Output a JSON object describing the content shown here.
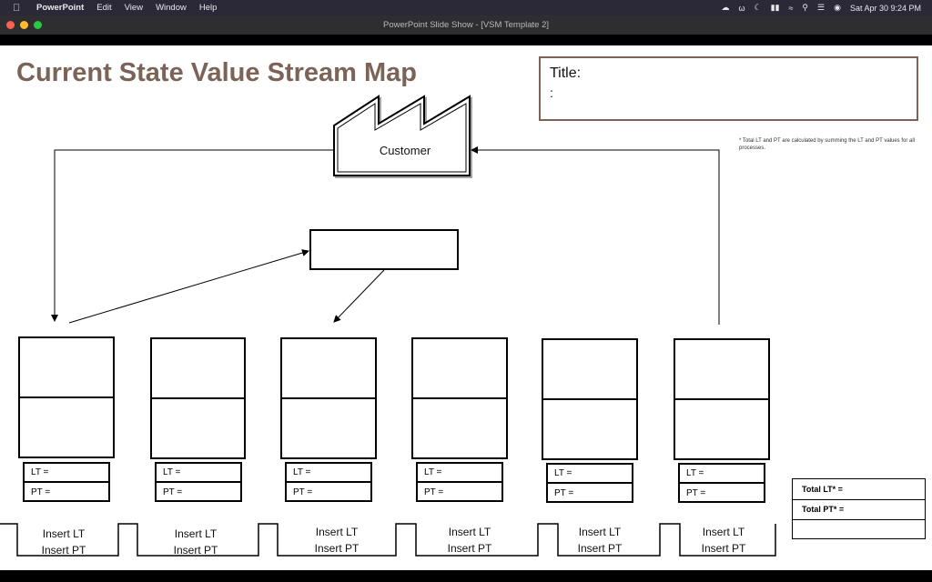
{
  "menubar": {
    "app_name": "PowerPoint",
    "items": [
      "Edit",
      "View",
      "Window",
      "Help"
    ],
    "datetime": "Sat Apr 30  9:24 PM",
    "status_icons": [
      "apple-icon",
      "creative-cloud-icon",
      "wb-icon",
      "moon-icon",
      "battery-icon",
      "wifi-icon",
      "search-icon",
      "control-center-icon",
      "siri-icon"
    ]
  },
  "window": {
    "title": "PowerPoint Slide Show - [VSM Template 2]",
    "traffic_lights": {
      "close": "#ff5f57",
      "minimize": "#febc2e",
      "zoom": "#28c840"
    }
  },
  "slide": {
    "heading": "Current State Value Stream Map",
    "heading_color": "#7b6457",
    "title_box": {
      "label": "Title:",
      "line2": ":"
    },
    "footnote": "* Total LT and PT are calculated by summing the LT and PT values for all processes.",
    "customer_label": "Customer",
    "processes": [
      {
        "lt": "LT =",
        "pt": "PT =",
        "insert_lt": "Insert LT",
        "insert_pt": "Insert PT"
      },
      {
        "lt": "LT =",
        "pt": "PT =",
        "insert_lt": "Insert LT",
        "insert_pt": "Insert PT"
      },
      {
        "lt": "LT =",
        "pt": "PT =",
        "insert_lt": "Insert LT",
        "insert_pt": "Insert PT"
      },
      {
        "lt": "LT =",
        "pt": "PT =",
        "insert_lt": "Insert LT",
        "insert_pt": "Insert PT"
      },
      {
        "lt": "LT =",
        "pt": "PT =",
        "insert_lt": "Insert LT",
        "insert_pt": "Insert PT"
      },
      {
        "lt": "LT =",
        "pt": "PT =",
        "insert_lt": "Insert LT",
        "insert_pt": "Insert PT"
      }
    ],
    "totals": {
      "lt": "Total LT* =",
      "pt": "Total PT* ="
    }
  }
}
